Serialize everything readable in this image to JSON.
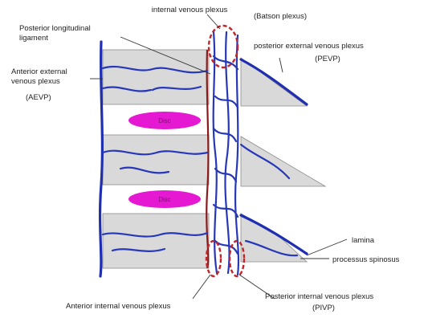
{
  "labels": {
    "internal_plexus": "internal venous plexus",
    "batson": "(Batson plexus)",
    "pll_line1": "Posterior longitudinal",
    "pll_line2": "ligament",
    "aevp_line1": "Anterior external",
    "aevp_line2": "venous plexus",
    "aevp_abbr": "(AEVP)",
    "pevp_line1": "posterior external venous plexus",
    "pevp_abbr": "(PEVP)",
    "lamina": "lamina",
    "processus": "processus spinosus",
    "aivp": "Anterior internal venous plexus",
    "pivp_line1": "Posterior internal venous plexus",
    "pivp_abbr": "(PIVP)"
  },
  "discs": [
    {
      "label": "Disc"
    },
    {
      "label": "Disc"
    }
  ],
  "colors": {
    "vein": "#2638b8",
    "disc": "#e619d2",
    "bone": "#d9d9d9",
    "dashed_outline": "#c0262b",
    "ligament": "#8b1a1a"
  }
}
